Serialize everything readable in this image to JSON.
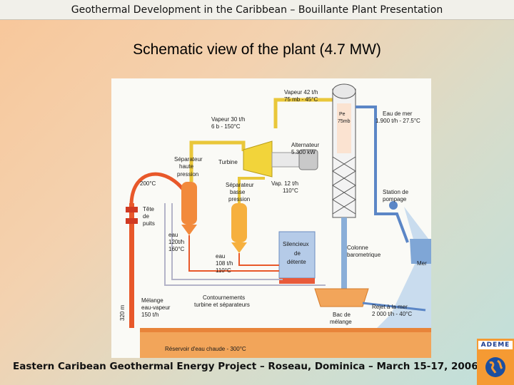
{
  "header": {
    "title": "Geothermal Development in the Caribbean – Bouillante Plant Presentation"
  },
  "slide": {
    "title": "Schematic view of the plant (4.7 MW)"
  },
  "footer": {
    "text": "Eastern Caribean Geothermal Energy Project – Roseau, Dominica – March 15-17, 2006"
  },
  "logo": {
    "text": "ADEME"
  },
  "diagram": {
    "labels": {
      "vapeur42_1": "Vapeur 42 t/h",
      "vapeur42_2": "75 mb - 45°C",
      "vapeur30_1": "Vapeur 30 t/h",
      "vapeur30_2": "6 b - 150°C",
      "eau_mer_1": "Eau de mer",
      "eau_mer_2": "1.900 t/h - 27.5°C",
      "pe_1": "Pe",
      "pe_2": "75mb",
      "sep_hp_1": "Séparateur",
      "sep_hp_2": "haute",
      "sep_hp_3": "pression",
      "turbine": "Turbine",
      "alternateur_1": "Alternateur",
      "alternateur_2": "5.300 kW",
      "temp200": "200°C",
      "sep_bp_1": "Séparateur",
      "sep_bp_2": "basse",
      "sep_bp_3": "pression",
      "vap12_1": "Vap. 12 t/h",
      "vap12_2": "110°C",
      "pompage_1": "Station de",
      "pompage_2": "pompage",
      "tete_1": "Tête",
      "tete_2": "de",
      "tete_3": "puits",
      "eau120_1": "eau",
      "eau120_2": "120t/h",
      "eau120_3": "160°C",
      "silencieux_1": "Silencieux",
      "silencieux_2": "de",
      "silencieux_3": "détente",
      "colonne_1": "Colonne",
      "colonne_2": "barometrique",
      "eau108_1": "eau",
      "eau108_2": "108 t/h",
      "eau108_3": "110°C",
      "mer": "Mer",
      "depth": "320 m",
      "melange_1": "Mélange",
      "melange_2": "eau-vapeur",
      "melange_3": "150 t/h",
      "contournements_1": "Contournements",
      "contournements_2": "turbine et séparateurs",
      "rejet_1": "Rejet à la mer",
      "rejet_2": "2 000 t/h - 40°C",
      "bac_1": "Bac de",
      "bac_2": "mélange",
      "reservoir": "Réservoir d'eau chaude - 300°C"
    }
  }
}
